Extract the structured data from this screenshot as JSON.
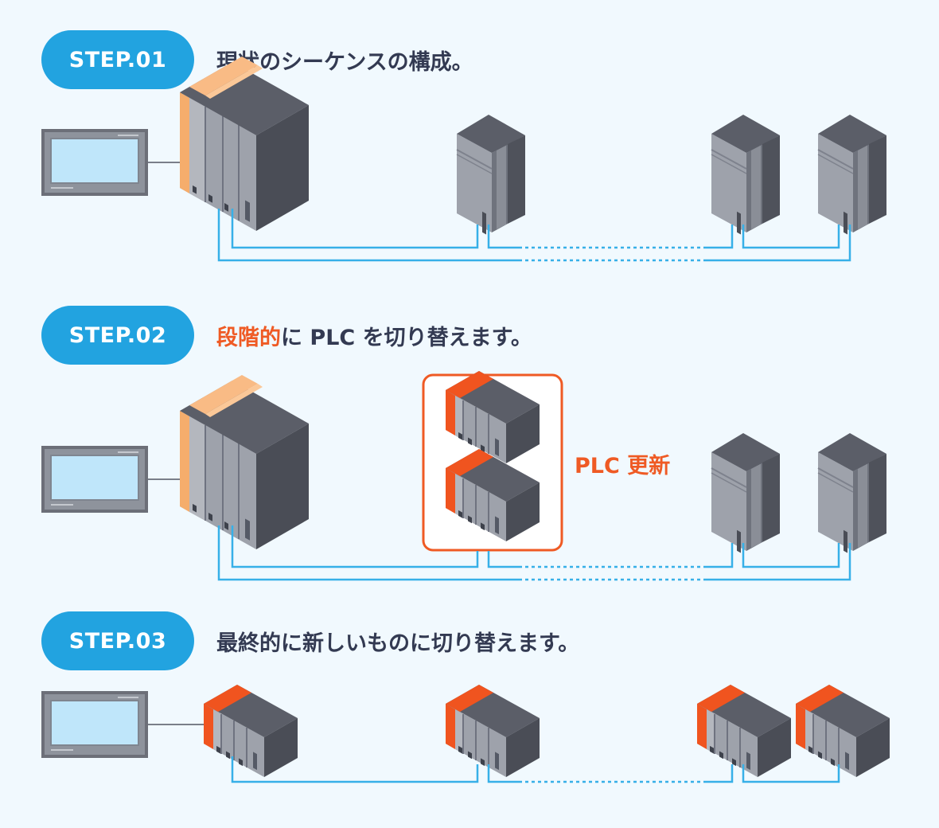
{
  "colors": {
    "background": "#f1f9fe",
    "step_pill": "#22a3e0",
    "highlight": "#ef5a24",
    "title_text": "#333a52",
    "network_line": "#37b0e8",
    "legacy_accent": "#f9bb85",
    "new_accent": "#f0541f"
  },
  "steps": [
    {
      "label": "STEP.01",
      "title_highlight": "",
      "title_text": "現状のシーケンスの構成。"
    },
    {
      "label": "STEP.02",
      "title_highlight": "段階的",
      "title_text": "に PLC を切り替えます。"
    },
    {
      "label": "STEP.03",
      "title_highlight": "",
      "title_text": "最終的に新しいものに切り替えます。"
    }
  ],
  "update_label": "PLC 更新",
  "icons": [
    "hmi-touch-panel-icon",
    "legacy-plc-rack-icon",
    "legacy-remote-io-icon",
    "new-plc-unit-icon"
  ]
}
